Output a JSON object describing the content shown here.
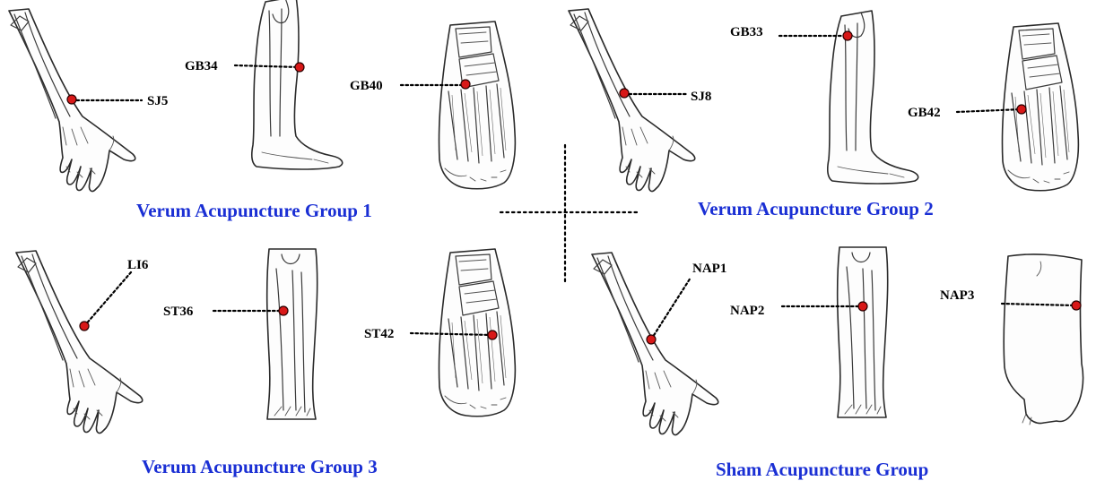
{
  "groups": [
    {
      "title": "Verum Acupuncture Group 1"
    },
    {
      "title": "Verum Acupuncture Group 2"
    },
    {
      "title": "Verum Acupuncture Group 3"
    },
    {
      "title": "Sham Acupuncture Group"
    }
  ],
  "points": {
    "sj5": "SJ5",
    "gb34": "GB34",
    "gb40": "GB40",
    "gb33": "GB33",
    "sj8": "SJ8",
    "gb42": "GB42",
    "li6": "LI6",
    "st36": "ST36",
    "st42": "ST42",
    "nap1": "NAP1",
    "nap2": "NAP2",
    "nap3": "NAP3"
  },
  "colors": {
    "title": "#1a2fd4",
    "acupoint": "#d81818",
    "leader": "#000000"
  }
}
